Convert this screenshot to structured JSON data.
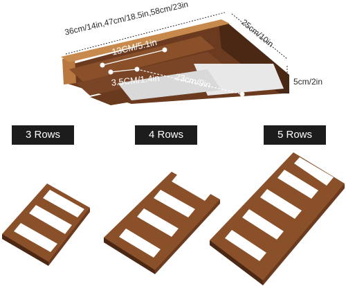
{
  "dimensions": {
    "width_options": "36cm/14in,47cm/18.5in,58cm/23in",
    "depth": "25cm/10in",
    "height": "5cm/2in",
    "slot_width": "13CM/5.1in",
    "slot_gap": "3.5CM/1.4in",
    "slot_length": "23cm/9in"
  },
  "variants": [
    {
      "label": "3 Rows"
    },
    {
      "label": "4 Rows"
    },
    {
      "label": "5 Rows"
    }
  ],
  "colors": {
    "wood": "#7a4526",
    "wood_dark": "#5a3019",
    "wood_light": "#9a5f36",
    "badge": "#1c1c1c"
  }
}
